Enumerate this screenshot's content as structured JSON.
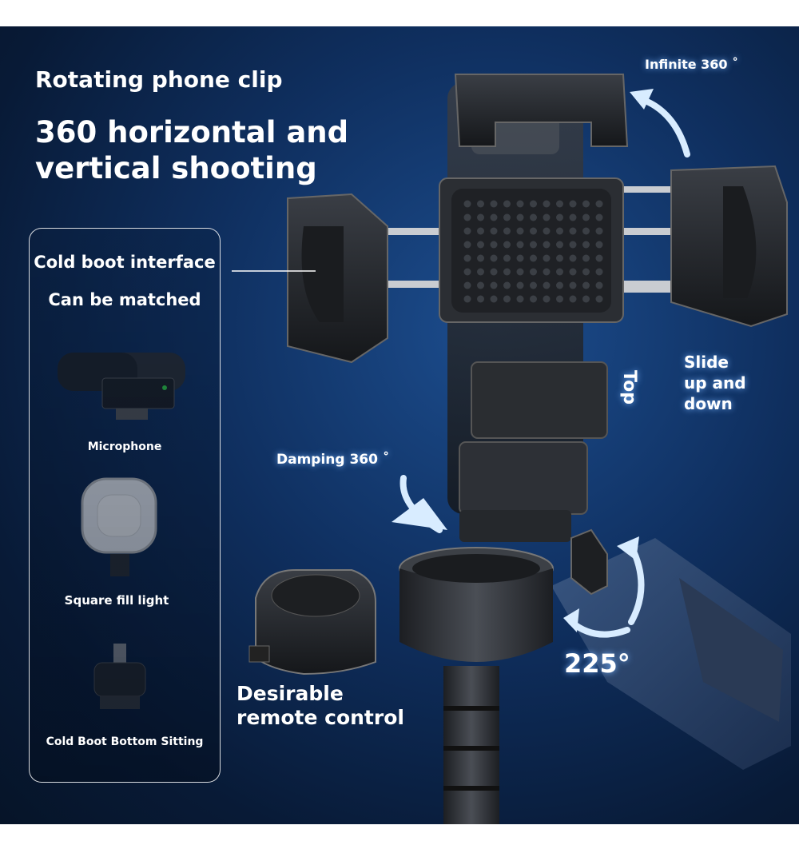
{
  "headline": {
    "title": "Rotating phone clip",
    "line1": "360 horizontal and",
    "line2": "vertical shooting"
  },
  "panel": {
    "title1": "Cold boot interface",
    "title2": "Can be matched",
    "items": [
      {
        "label": "Microphone",
        "icon": "microphone-icon"
      },
      {
        "label": "Square fill light",
        "icon": "fill-light-icon"
      },
      {
        "label": "Cold Boot Bottom Sitting",
        "icon": "cold-shoe-mount-icon"
      }
    ]
  },
  "callouts": {
    "infinite": "Infinite 360 ˚",
    "top": "Top",
    "slide1": "Slide",
    "slide2": "up and",
    "slide3": "down",
    "damping": "Damping 360 ˚",
    "angle": "225°",
    "remote1": "Desirable",
    "remote2": "remote control"
  },
  "colors": {
    "accent_arrow": "#d8ecff",
    "background": "#0f2f5f",
    "device": "#2b2e33"
  }
}
